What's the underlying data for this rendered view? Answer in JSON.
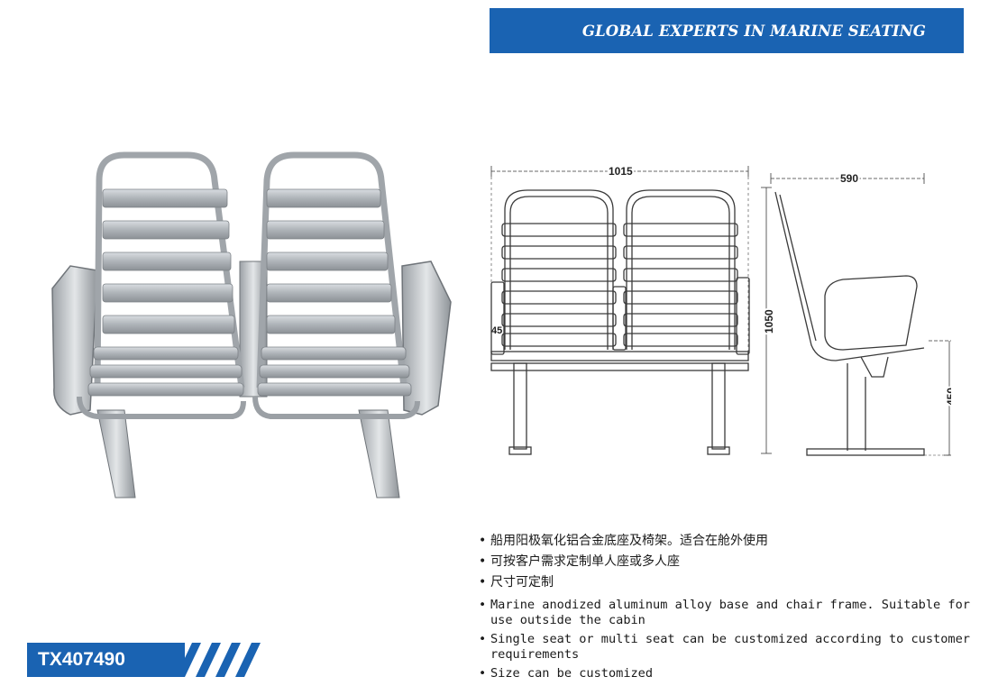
{
  "banner": {
    "text": "GLOBAL EXPERTS IN MARINE SEATING"
  },
  "drawing": {
    "dim_width": "1015",
    "dim_depth": "590",
    "dim_height": "1050",
    "dim_seat_height": "450",
    "dim_arm": "45"
  },
  "specs": {
    "items": [
      "船用阳极氧化铝合金底座及椅架。适合在舱外使用",
      "可按客户需求定制单人座或多人座",
      "尺寸可定制",
      "Marine anodized aluminum alloy base and chair frame. Suitable for use outside the cabin",
      "Single seat or multi seat can be customized according to customer requirements",
      "Size can be customized"
    ]
  },
  "product": {
    "model": "TX407490"
  },
  "colors": {
    "brand_blue": "#1a63b2"
  }
}
